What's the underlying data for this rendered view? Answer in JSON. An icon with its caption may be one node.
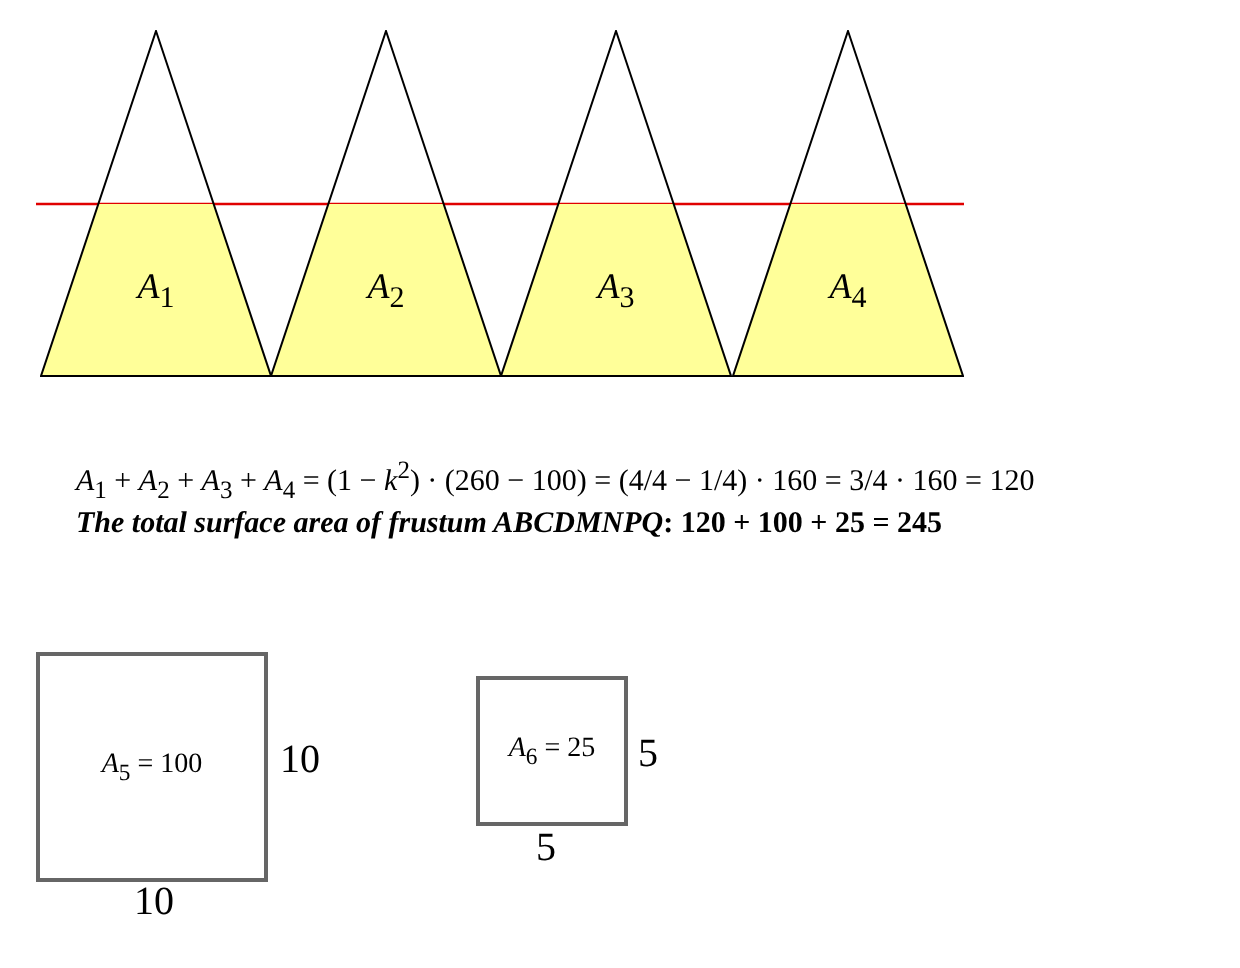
{
  "diagram": {
    "nodes": [
      {
        "text": [
          "*A*$_{1}$"
        ]
      },
      {
        "text": [
          "*A*$_{2}$"
        ]
      },
      {
        "text": [
          "*A*$_{3}$"
        ]
      },
      {
        "text": [
          "*A*$_{4}$"
        ]
      },
      {
        "text": [
          "*A*$_{5}$ = 100"
        ]
      },
      {
        "text": [
          "*A*$_{6}$ = 25"
        ]
      }
    ],
    "labels": [
      "*A*$_{1}$ + *A*$_{2}$ + *A*$_{3}$ + *A*$_{4}$ = (1 − *k*$^{2}$) · (260 − 100) = (4/4 − 1/4) · 160 = 3/4 · 160 = 120",
      "*The total surface area of frustum ABCDMNPQ*:   120 + 100 + 25 = 245",
      "10",
      "5",
      "5",
      "10"
    ]
  }
}
